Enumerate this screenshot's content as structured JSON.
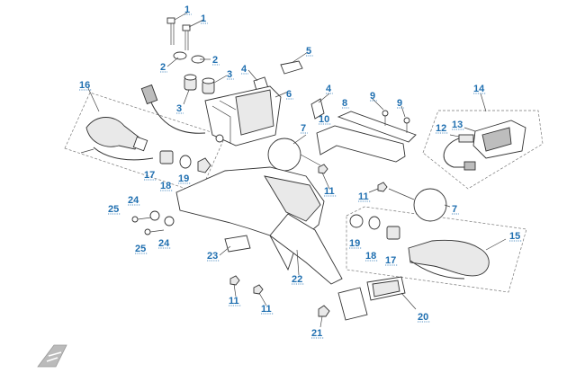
{
  "diagram": {
    "callouts": [
      {
        "id": "c1a",
        "label": "1"
      },
      {
        "id": "c1b",
        "label": "1"
      },
      {
        "id": "c2a",
        "label": "2"
      },
      {
        "id": "c2b",
        "label": "2"
      },
      {
        "id": "c3a",
        "label": "3"
      },
      {
        "id": "c3b",
        "label": "3"
      },
      {
        "id": "c4a",
        "label": "4"
      },
      {
        "id": "c4b",
        "label": "4"
      },
      {
        "id": "c5",
        "label": "5"
      },
      {
        "id": "c6",
        "label": "6"
      },
      {
        "id": "c7a",
        "label": "7"
      },
      {
        "id": "c7b",
        "label": "7"
      },
      {
        "id": "c8",
        "label": "8"
      },
      {
        "id": "c9a",
        "label": "9"
      },
      {
        "id": "c9b",
        "label": "9"
      },
      {
        "id": "c10",
        "label": "10"
      },
      {
        "id": "c11a",
        "label": "11"
      },
      {
        "id": "c11b",
        "label": "11"
      },
      {
        "id": "c11c",
        "label": "11"
      },
      {
        "id": "c11d",
        "label": "11"
      },
      {
        "id": "c12",
        "label": "12"
      },
      {
        "id": "c13",
        "label": "13"
      },
      {
        "id": "c14",
        "label": "14"
      },
      {
        "id": "c15",
        "label": "15"
      },
      {
        "id": "c16",
        "label": "16"
      },
      {
        "id": "c17a",
        "label": "17"
      },
      {
        "id": "c17b",
        "label": "17"
      },
      {
        "id": "c18a",
        "label": "18"
      },
      {
        "id": "c18b",
        "label": "18"
      },
      {
        "id": "c19a",
        "label": "19"
      },
      {
        "id": "c19b",
        "label": "19"
      },
      {
        "id": "c20",
        "label": "20"
      },
      {
        "id": "c21",
        "label": "21"
      },
      {
        "id": "c22",
        "label": "22"
      },
      {
        "id": "c23",
        "label": "23"
      },
      {
        "id": "c24a",
        "label": "24"
      },
      {
        "id": "c24b",
        "label": "24"
      },
      {
        "id": "c25a",
        "label": "25"
      },
      {
        "id": "c25b",
        "label": "25"
      }
    ],
    "colors": {
      "callout": "#1f6fb0",
      "line": "#333333",
      "fill": "#ffffff"
    }
  }
}
